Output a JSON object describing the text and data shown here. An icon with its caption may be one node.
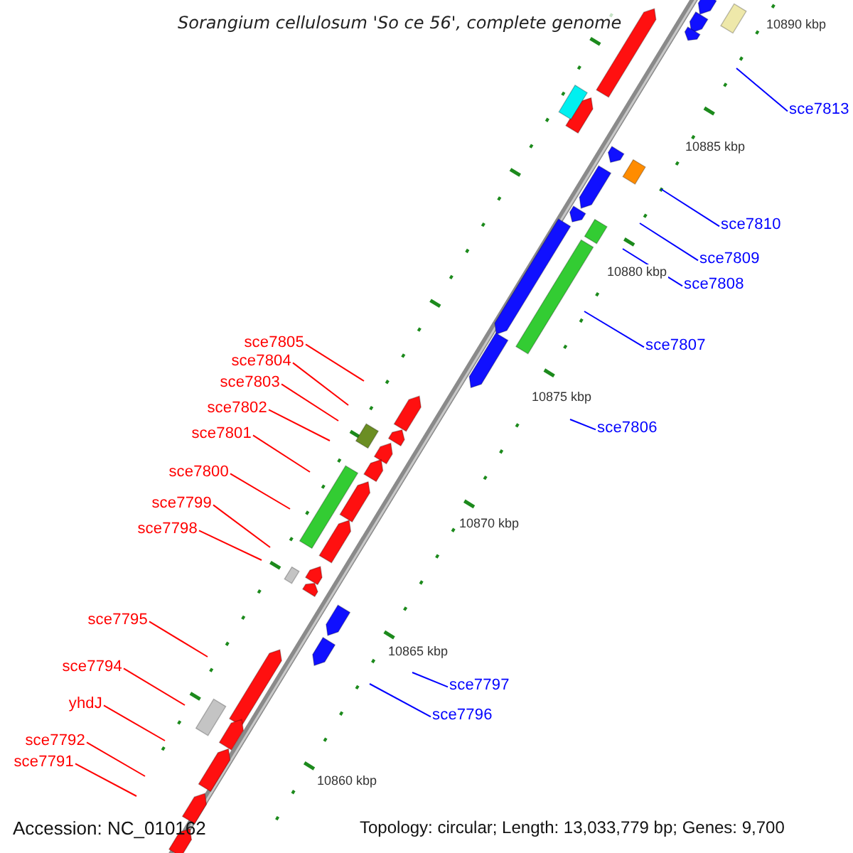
{
  "diagram": {
    "title": "Sorangium cellulosum 'So ce 56', complete genome",
    "nodes": [
      {
        "text": [
          "sce7813"
        ]
      },
      {
        "text": [
          "sce7810"
        ]
      },
      {
        "text": [
          "sce7809"
        ]
      },
      {
        "text": [
          "sce7808"
        ]
      },
      {
        "text": [
          "sce7805"
        ]
      },
      {
        "text": [
          "sce7807"
        ]
      },
      {
        "text": [
          "sce7804"
        ]
      },
      {
        "text": [
          "sce7803"
        ]
      },
      {
        "text": [
          "sce7802"
        ]
      },
      {
        "text": [
          "sce7806"
        ]
      },
      {
        "text": [
          "sce7801"
        ]
      },
      {
        "text": [
          "sce7800"
        ]
      },
      {
        "text": [
          "sce7799"
        ]
      },
      {
        "text": [
          "sce7798"
        ]
      },
      {
        "text": [
          "sce7795"
        ]
      },
      {
        "text": [
          "sce7794"
        ]
      },
      {
        "text": [
          "sce7797"
        ]
      },
      {
        "text": [
          "yhdJ"
        ]
      },
      {
        "text": [
          "sce7796"
        ]
      },
      {
        "text": [
          "sce7792"
        ]
      },
      {
        "text": [
          "sce7791"
        ]
      }
    ],
    "edges": [
      {
        "from": 0,
        "to": null,
        "arrow": "none",
        "color": "#0000ff"
      },
      {
        "from": 1,
        "to": null,
        "arrow": "none",
        "color": "#0000ff"
      },
      {
        "from": 2,
        "to": null,
        "arrow": "none",
        "color": "#0000ff"
      },
      {
        "from": 3,
        "to": null,
        "arrow": "none",
        "color": "#0000ff"
      },
      {
        "from": 4,
        "to": null,
        "arrow": "none"
      },
      {
        "from": 5,
        "to": null,
        "arrow": "none",
        "color": "#0000ff"
      },
      {
        "from": 6,
        "to": null,
        "arrow": "none"
      },
      {
        "from": 7,
        "to": null,
        "arrow": "none"
      },
      {
        "from": 8,
        "to": null,
        "arrow": "none"
      },
      {
        "from": 9,
        "to": null,
        "arrow": "none",
        "color": "#0000ff"
      },
      {
        "from": 10,
        "to": null,
        "arrow": "none"
      },
      {
        "from": 11,
        "to": null,
        "arrow": "none"
      },
      {
        "from": 12,
        "to": null,
        "arrow": "none"
      },
      {
        "from": 13,
        "to": null,
        "arrow": "none"
      },
      {
        "from": 14,
        "to": null,
        "arrow": "none"
      },
      {
        "from": 15,
        "to": null,
        "arrow": "none"
      },
      {
        "from": 16,
        "to": null,
        "arrow": "none",
        "color": "#0000ff"
      },
      {
        "from": 17,
        "to": null,
        "arrow": "none"
      },
      {
        "from": 18,
        "to": null,
        "arrow": "none",
        "color": "#0000ff"
      },
      {
        "from": 19,
        "to": null,
        "arrow": "none"
      },
      {
        "from": 20,
        "to": null,
        "arrow": "none"
      }
    ],
    "labels": [
      "10890 kbp",
      "10885 kbp",
      "10880 kbp",
      "10875 kbp",
      "10870 kbp",
      "10865 kbp",
      "10860 kbp",
      "Accession: NC_010162",
      "Topology: circular; Length: 13,033,779 bp; Genes: 9,700"
    ]
  }
}
